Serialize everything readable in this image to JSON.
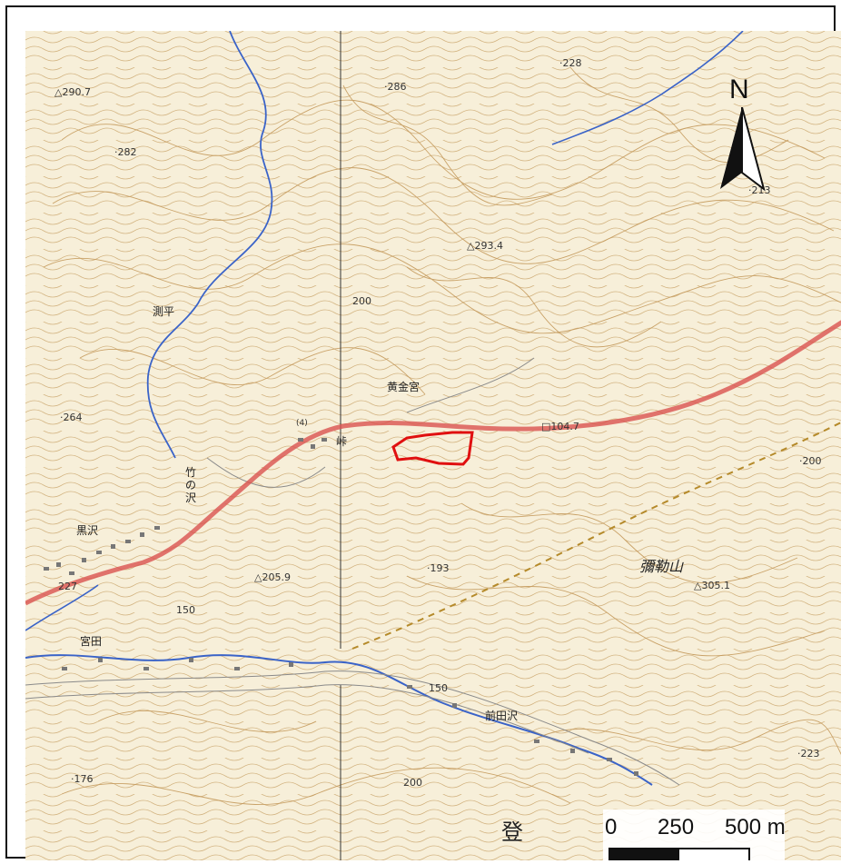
{
  "map": {
    "colors": {
      "background": "#f7efd9",
      "contour": "#c8a46a",
      "river": "#3a63c8",
      "road": "#d9534f",
      "site_outline": "#e01010",
      "boundary": "#b58a2a"
    },
    "north_label": "N",
    "scale": {
      "ticks": [
        "0",
        "250",
        "500 m"
      ],
      "segments": [
        "black",
        "white"
      ]
    },
    "labels": {
      "elev_290_7": "△290.7",
      "elev_286": "·286",
      "elev_228": "·228",
      "elev_282": "·282",
      "elev_213": "·213",
      "elev_293_4": "△293.4",
      "elev_200_contour": "200",
      "elev_264": "·264",
      "elev_104_7": "□104.7",
      "elev_200_r": "·200",
      "elev_193": "·193",
      "elev_205_9": "△205.9",
      "elev_305_1": "△305.1",
      "elev_150_a": "150",
      "elev_150_b": "150",
      "elev_176": "·176",
      "elev_200_bottom": "200",
      "elev_223": "·223",
      "elev_227": "227",
      "place_sokudaira": "測平",
      "place_ougonmiya": "黄金宮",
      "place_touge": "峠",
      "place_takenosawa_1": "竹",
      "place_takenosawa_2": "の",
      "place_takenosawa_3": "沢",
      "place_kurosawa": "黒沢",
      "place_miyata": "宮田",
      "place_maedasawa": "前田沢",
      "place_mirokuyama": "彌勒山",
      "place_nobori": "登",
      "road_no": "(4)"
    }
  }
}
